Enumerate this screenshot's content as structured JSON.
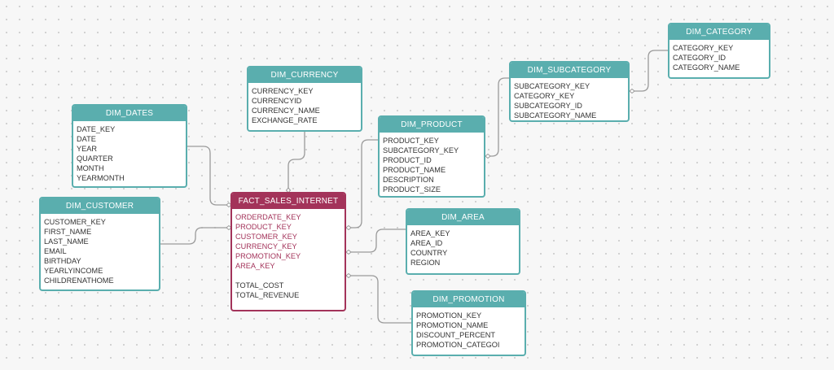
{
  "colors": {
    "dimension": "#5aaeae",
    "fact": "#a3335a",
    "link": "#9a9a9a"
  },
  "tables": {
    "dim_dates": {
      "title": "DIM_DATES",
      "fields": [
        "DATE_KEY",
        "DATE",
        "YEAR",
        "QUARTER",
        "MONTH",
        "YEARMONTH"
      ]
    },
    "dim_customer": {
      "title": "DIM_CUSTOMER",
      "fields": [
        "CUSTOMER_KEY",
        "FIRST_NAME",
        "LAST_NAME",
        "EMAIL",
        "BIRTHDAY",
        "YEARLYINCOME",
        "CHILDRENATHOME"
      ]
    },
    "dim_currency": {
      "title": "DIM_CURRENCY",
      "fields": [
        "CURRENCY_KEY",
        "CURRENCYID",
        "CURRENCY_NAME",
        "EXCHANGE_RATE"
      ]
    },
    "fact_sales_internet": {
      "title": "FACT_SALES_INTERNET",
      "key_fields": [
        "ORDERDATE_KEY",
        "PRODUCT_KEY",
        "CUSTOMER_KEY",
        "CURRENCY_KEY",
        "PROMOTION_KEY",
        "AREA_KEY"
      ],
      "measure_fields": [
        "TOTAL_COST",
        "TOTAL_REVENUE"
      ]
    },
    "dim_product": {
      "title": "DIM_PRODUCT",
      "fields": [
        "PRODUCT_KEY",
        "SUBCATEGORY_KEY",
        "PRODUCT_ID",
        "PRODUCT_NAME",
        "DESCRIPTION",
        "PRODUCT_SIZE"
      ]
    },
    "dim_subcategory": {
      "title": "DIM_SUBCATEGORY",
      "fields": [
        "SUBCATEGORY_KEY",
        "CATEGORY_KEY",
        "SUBCATEGORY_ID",
        "SUBCATEGORY_NAME"
      ]
    },
    "dim_category": {
      "title": "DIM_CATEGORY",
      "fields": [
        "CATEGORY_KEY",
        "CATEGORY_ID",
        "CATEGORY_NAME"
      ]
    },
    "dim_area": {
      "title": "DIM_AREA",
      "fields": [
        "AREA_KEY",
        "AREA_ID",
        "COUNTRY",
        "REGION"
      ]
    },
    "dim_promotion": {
      "title": "DIM_PROMOTION",
      "fields": [
        "PROMOTION_KEY",
        "PROMOTION_NAME",
        "DISCOUNT_PERCENT",
        "PROMOTION_CATEGOI"
      ]
    }
  }
}
